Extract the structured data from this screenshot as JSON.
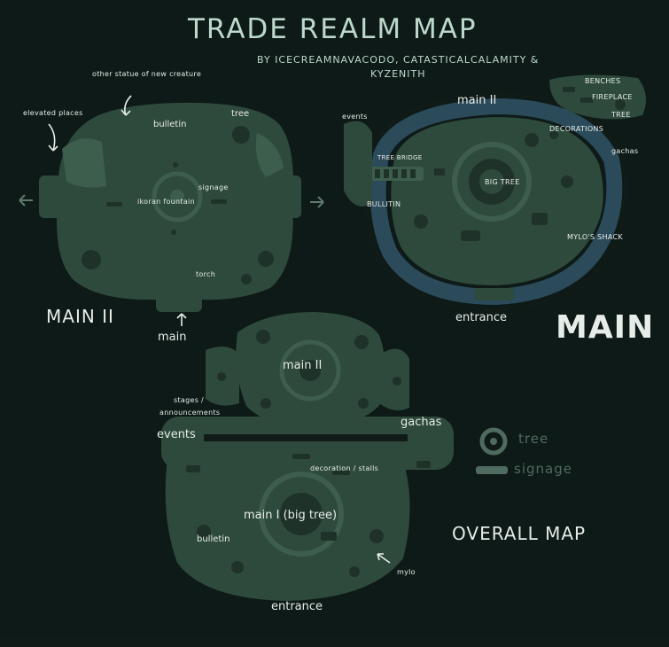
{
  "title": "TRADE REALM MAP",
  "credits_line1": "BY ICECREAMNAVACODO, CATASTICALCALAMITY &",
  "credits_line2": "KYZENITH",
  "colors": {
    "background": "#0e1a17",
    "map_fill": "#2e4a3c",
    "map_dark": "#1f3229",
    "path_blue": "#2b4a5a",
    "title_text": "#bcd9cc",
    "label_text": "#e6ece8",
    "legend_text": "#4f6a5f"
  },
  "map_main_ii": {
    "heading": "MAIN II",
    "labels": {
      "other_statue": "other statue of new creature",
      "elevated": "elevated places",
      "bulletin": "bulletin",
      "tree": "tree",
      "signage": "signage",
      "fountain": "ikoran fountain",
      "torch": "torch",
      "main": "main"
    }
  },
  "map_main": {
    "heading": "MAIN",
    "labels": {
      "main_ii": "main II",
      "events": "events",
      "benches": "BENCHES",
      "fireplace": "FIREPLACE",
      "tree": "TREE",
      "decorations": "DECORATIONS",
      "gachas": "gachas",
      "tree_bridge": "TREE BRIDGE",
      "big_tree": "BIG TREE",
      "bulletin": "BULLITIN",
      "mylos_shack": "MYLO'S SHACK",
      "entrance": "entrance"
    }
  },
  "map_overall": {
    "heading": "OVERALL MAP",
    "labels": {
      "main_ii": "main II",
      "stages": "stages /",
      "announcements": "announcements",
      "events": "events",
      "gachas": "gachas",
      "decoration_stalls": "decoration / stalls",
      "main_i": "main I (big tree)",
      "bulletin": "bulletin",
      "mylo": "mylo",
      "entrance": "entrance"
    }
  },
  "legend": {
    "tree": "tree",
    "signage": "signage"
  }
}
